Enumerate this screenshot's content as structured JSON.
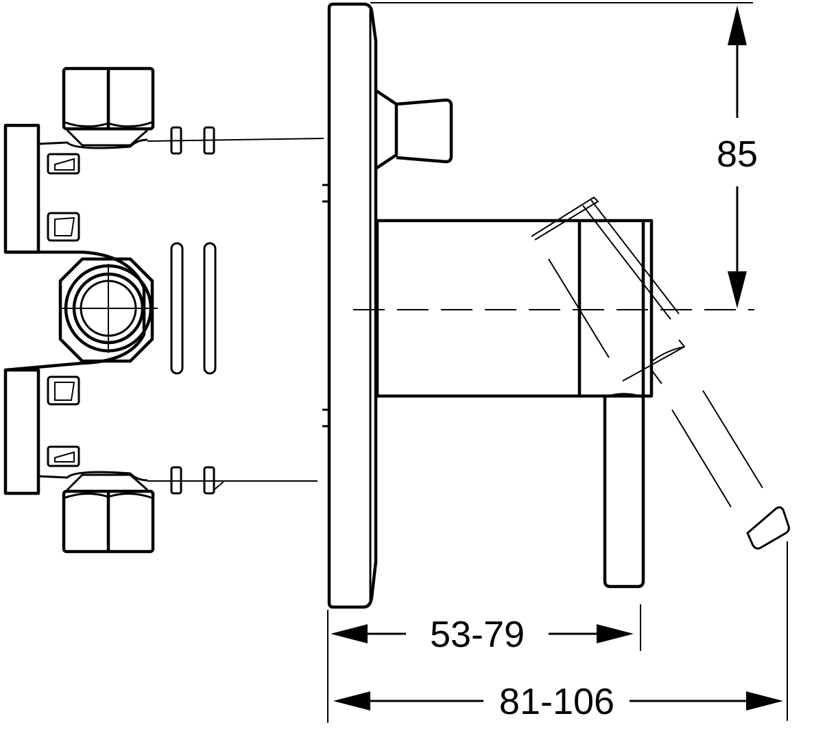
{
  "dimensions": {
    "height_offset": "85",
    "depth_range_inner": "53-79",
    "depth_range_outer": "81-106"
  },
  "colors": {
    "line": "#000000",
    "background": "#ffffff"
  }
}
